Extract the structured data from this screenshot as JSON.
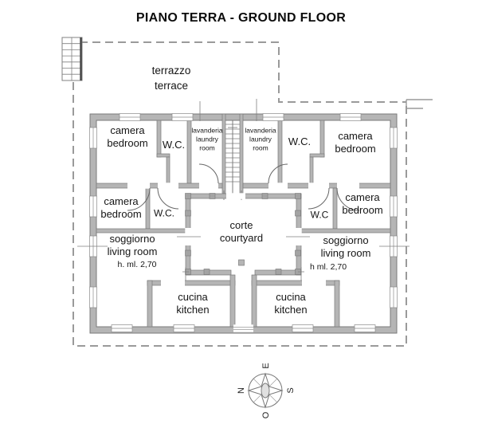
{
  "title": "PIANO TERRA - GROUND FLOOR",
  "terrace": {
    "it": "terrazzo",
    "en": "terrace"
  },
  "rooms": {
    "bedroom_top_left": {
      "it": "camera",
      "en": "bedroom"
    },
    "wc_top_left": {
      "label": "W.C."
    },
    "laundry_left": {
      "it": "lavanderia",
      "en1": "laundry",
      "en2": "room"
    },
    "laundry_right": {
      "it": "lavanderia",
      "en1": "laundry",
      "en2": "room"
    },
    "wc_top_right": {
      "label": "W.C."
    },
    "bedroom_top_right": {
      "it": "camera",
      "en": "bedroom"
    },
    "bedroom_mid_left": {
      "it": "camera",
      "en": "bedroom"
    },
    "wc_mid_left": {
      "label": "W.C."
    },
    "wc_mid_right": {
      "label": "W.C"
    },
    "bedroom_mid_right": {
      "it": "camera",
      "en": "bedroom"
    },
    "courtyard": {
      "it": "corte",
      "en": "courtyard"
    },
    "living_left": {
      "it": "soggiorno",
      "en": "living room",
      "height": "h. ml. 2,70"
    },
    "living_right": {
      "it": "soggiorno",
      "en": "living room",
      "height": "h ml. 2,70"
    },
    "kitchen_left": {
      "it": "cucina",
      "en": "kitchen"
    },
    "kitchen_right": {
      "it": "cucina",
      "en": "kitchen"
    }
  },
  "compass": {
    "top": "E",
    "left": "N",
    "right": "S",
    "bottom": "O"
  },
  "colors": {
    "wall_fill": "#b5b5b5",
    "wall_stroke": "#7a7a7a",
    "boundary_dash": "#9a9a9a",
    "thin_line": "#777777",
    "text": "#111111",
    "background": "#ffffff"
  }
}
